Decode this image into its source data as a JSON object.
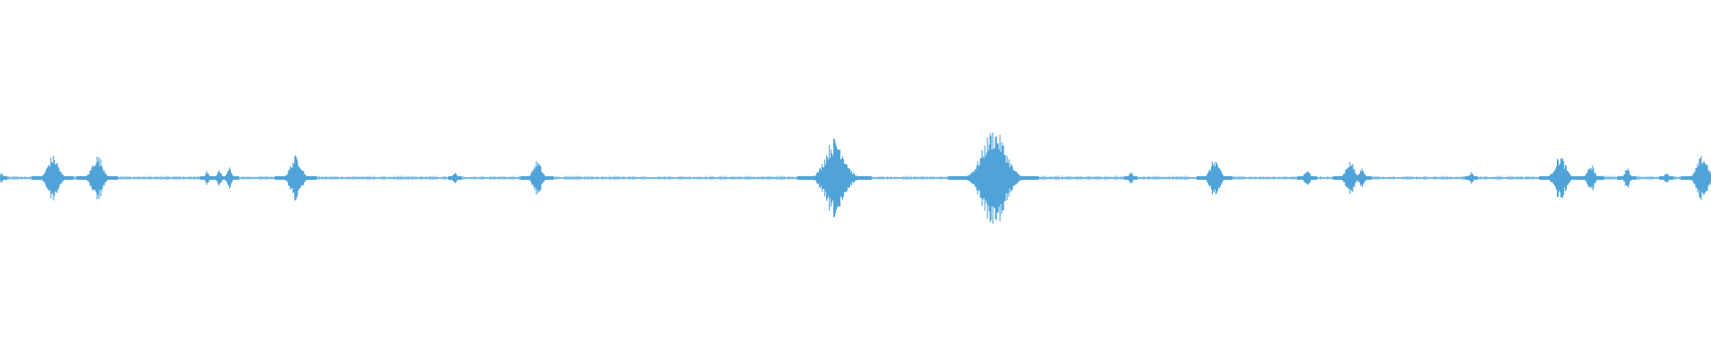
{
  "waveform": {
    "color": "#4fa3d9",
    "background": "#ffffff",
    "baseline_amplitude": 0.01,
    "peaks": [
      {
        "position": 0.001,
        "amplitude": 0.03
      },
      {
        "position": 0.031,
        "amplitude": 0.13
      },
      {
        "position": 0.057,
        "amplitude": 0.13
      },
      {
        "position": 0.121,
        "amplitude": 0.04
      },
      {
        "position": 0.128,
        "amplitude": 0.05
      },
      {
        "position": 0.134,
        "amplitude": 0.06
      },
      {
        "position": 0.173,
        "amplitude": 0.13
      },
      {
        "position": 0.266,
        "amplitude": 0.04
      },
      {
        "position": 0.314,
        "amplitude": 0.1
      },
      {
        "position": 0.488,
        "amplitude": 0.23
      },
      {
        "position": 0.581,
        "amplitude": 0.28
      },
      {
        "position": 0.661,
        "amplitude": 0.04
      },
      {
        "position": 0.71,
        "amplitude": 0.11
      },
      {
        "position": 0.764,
        "amplitude": 0.06
      },
      {
        "position": 0.789,
        "amplitude": 0.1
      },
      {
        "position": 0.796,
        "amplitude": 0.06
      },
      {
        "position": 0.86,
        "amplitude": 0.04
      },
      {
        "position": 0.912,
        "amplitude": 0.13
      },
      {
        "position": 0.93,
        "amplitude": 0.08
      },
      {
        "position": 0.951,
        "amplitude": 0.06
      },
      {
        "position": 0.974,
        "amplitude": 0.04
      },
      {
        "position": 0.995,
        "amplitude": 0.13
      }
    ]
  }
}
